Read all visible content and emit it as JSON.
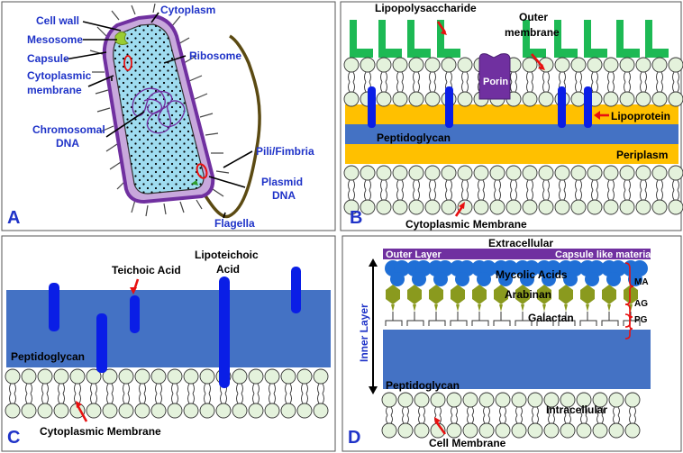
{
  "panels": {
    "A": {
      "letter": "A",
      "labels": {
        "cell_wall": "Cell wall",
        "cytoplasm": "Cytoplasm",
        "mesosome": "Mesosome",
        "capsule": "Capsule",
        "cytoplasmic_membrane_1": "Cytoplasmic",
        "cytoplasmic_membrane_2": "membrane",
        "ribosome": "Ribosome",
        "chromosomal_dna_1": "Chromosomal",
        "chromosomal_dna_2": "DNA",
        "pili": "Pili/Fimbria",
        "plasmid_1": "Plasmid",
        "plasmid_2": "DNA",
        "flagella": "Flagella"
      }
    },
    "B": {
      "letter": "B",
      "labels": {
        "lps": "Lipopolysaccharide",
        "outer_membrane_1": "Outer",
        "outer_membrane_2": "membrane",
        "porin": "Porin",
        "lipoprotein": "Lipoprotein",
        "peptidoglycan": "Peptidoglycan",
        "periplasm": "Periplasm",
        "cytoplasmic_membrane": "Cytoplasmic Membrane"
      }
    },
    "C": {
      "letter": "C",
      "labels": {
        "lipoteichoic_1": "Lipoteichoic",
        "lipoteichoic_2": "Acid",
        "teichoic": "Teichoic Acid",
        "peptidoglycan": "Peptidoglycan",
        "cytoplasmic_membrane": "Cytoplasmic Membrane"
      }
    },
    "D": {
      "letter": "D",
      "labels": {
        "extracellular": "Extracellular",
        "outer_layer": "Outer Layer",
        "capsule_like": "Capsule like material",
        "mycolic": "Mycolic Acids",
        "arabinan": "Arabinan",
        "galactan": "Galactan",
        "ma": "MA",
        "ag": "AG",
        "pg": "PG",
        "inner_layer": "Inner Layer",
        "peptidoglycan": "Peptidoglycan",
        "intracellular": "Intracellular",
        "cell_membrane": "Cell Membrane"
      }
    }
  },
  "colors": {
    "membrane_head": "#e4f2dc",
    "peptidoglycan": "#4472c4",
    "periplasm": "#ffc000",
    "lps": "#1db954",
    "porin": "#7030a0",
    "teichoic": "#0a1ee6",
    "mycolic": "#1f6fd6",
    "arabinan": "#8a9a1e",
    "outer_layer": "#7030a0",
    "cytoplasm": "#9fdcf0",
    "cell_wall": "#7030a0",
    "flagella": "#5b4a12",
    "label_blue": "#1f33c8"
  }
}
